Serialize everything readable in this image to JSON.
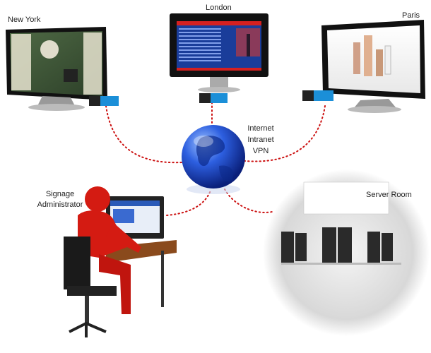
{
  "labels": {
    "new_york": "New York",
    "london": "London",
    "paris": "Paris",
    "network": [
      "Internet",
      "Intranet",
      "VPN"
    ],
    "admin": [
      "Signage",
      "Administrator"
    ],
    "server_room": "Server Room"
  },
  "colors": {
    "connection": "#cc1111",
    "globe": "#1e4fd0",
    "person": "#d41b12",
    "player_box": "#1b8fd8"
  }
}
